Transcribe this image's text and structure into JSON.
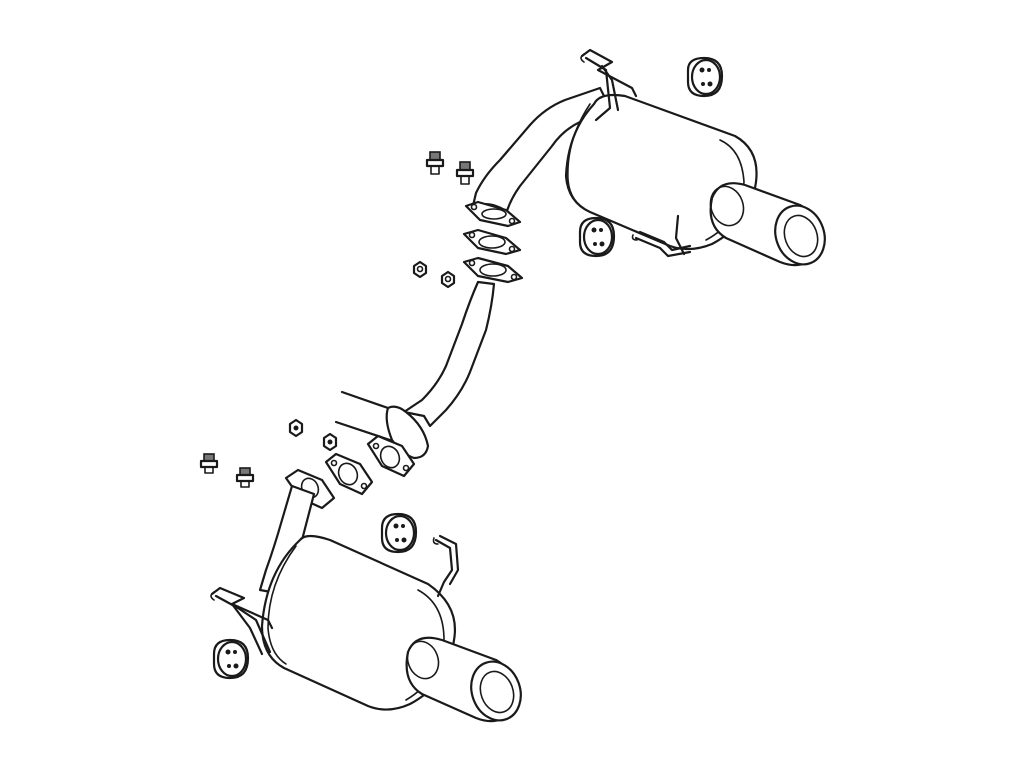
{
  "diagram": {
    "colors": {
      "line": "#1a1a1a",
      "background": "#ffffff"
    },
    "parts": [
      "upper-muffler",
      "upper-tailpipe-tip",
      "upper-hanger-bracket",
      "upper-rubber-mount-top",
      "upper-rubber-mount-bottom",
      "upper-connecting-pipe",
      "upper-flange",
      "upper-gasket",
      "upper-bolts",
      "upper-nuts",
      "center-pipe",
      "center-flange",
      "lower-gasket",
      "lower-flange",
      "lower-bolts",
      "lower-nuts",
      "lower-connecting-pipe",
      "lower-muffler",
      "lower-tailpipe-tip",
      "lower-hanger-bracket",
      "lower-rubber-mount-top",
      "lower-rubber-mount-bottom"
    ]
  }
}
